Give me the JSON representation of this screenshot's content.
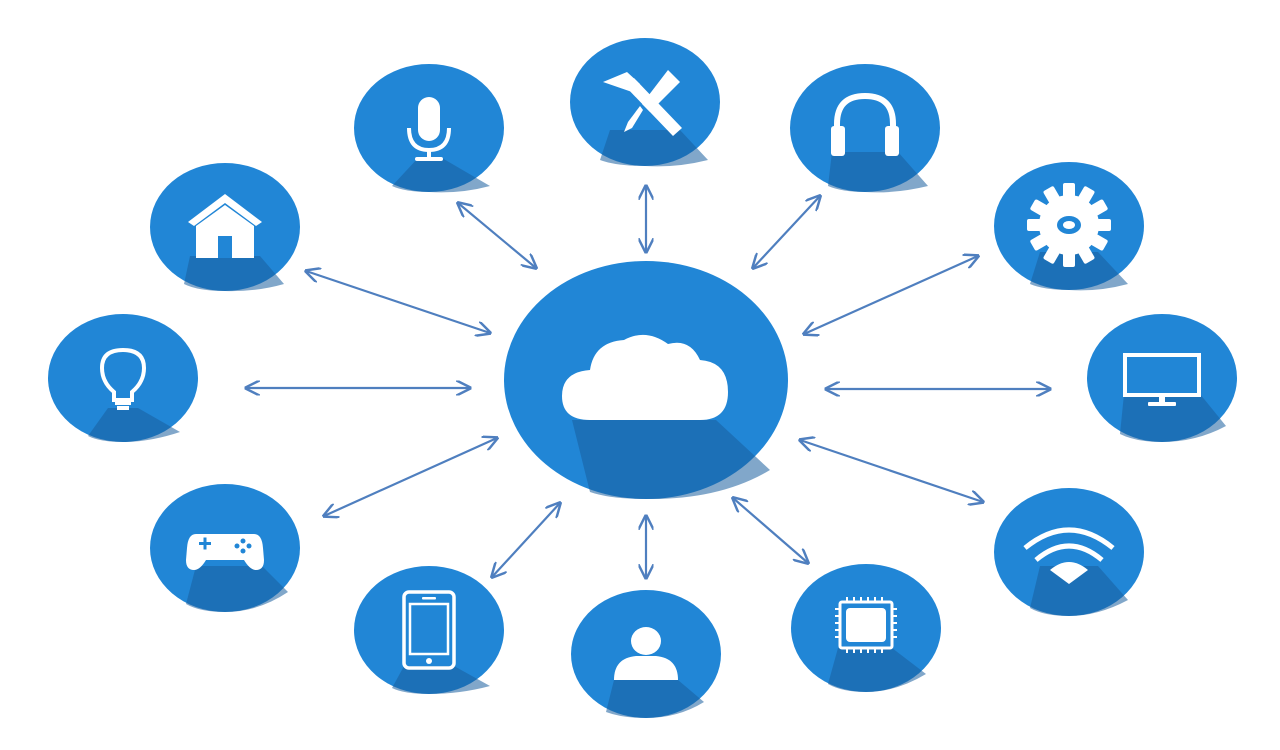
{
  "colors": {
    "background": "#ffffff",
    "node_fill": "#2186d6",
    "shadow": "#1a5f9e",
    "icon": "#ffffff",
    "arrow": "#4f7fbf"
  },
  "hub": {
    "icon": "cloud-icon"
  },
  "nodes": [
    {
      "id": "microphone",
      "icon": "microphone-icon"
    },
    {
      "id": "tools",
      "icon": "hammer-screwdriver-icon"
    },
    {
      "id": "headphones",
      "icon": "headphones-icon"
    },
    {
      "id": "home",
      "icon": "house-icon"
    },
    {
      "id": "settings",
      "icon": "gear-icon"
    },
    {
      "id": "lightbulb",
      "icon": "lightbulb-icon"
    },
    {
      "id": "monitor",
      "icon": "monitor-icon"
    },
    {
      "id": "gamepad",
      "icon": "gamepad-icon"
    },
    {
      "id": "wifi",
      "icon": "wifi-icon"
    },
    {
      "id": "smartphone",
      "icon": "smartphone-icon"
    },
    {
      "id": "user",
      "icon": "user-icon"
    },
    {
      "id": "chip",
      "icon": "chip-icon"
    }
  ],
  "connections": [
    "microphone",
    "tools",
    "headphones",
    "home",
    "settings",
    "lightbulb",
    "monitor",
    "gamepad",
    "wifi",
    "smartphone",
    "user",
    "chip"
  ]
}
